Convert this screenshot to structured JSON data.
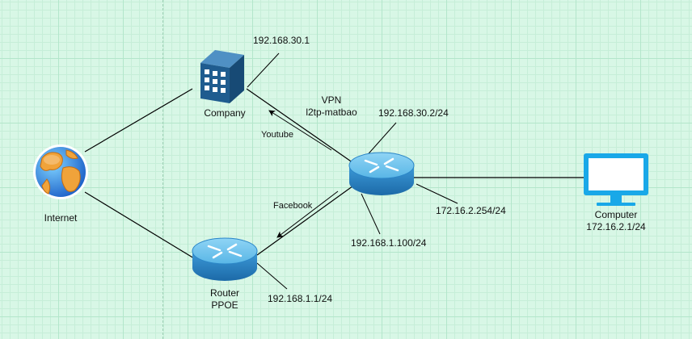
{
  "nodes": {
    "internet": {
      "label": "Internet"
    },
    "company": {
      "label": "Company",
      "ip": "192.168.30.1"
    },
    "router_main": {
      "ip_company_side": "192.168.30.2/24",
      "ip_lan": "172.16.2.254/24",
      "ip_wan": "192.168.1.100/24"
    },
    "router_ppoe": {
      "label_line1": "Router",
      "label_line2": "PPOE",
      "ip": "192.168.1.1/24"
    },
    "computer": {
      "label": "Computer",
      "ip": "172.16.2.1/24"
    }
  },
  "links": {
    "vpn": {
      "label_line1": "VPN",
      "label_line2": "l2tp-matbao"
    },
    "youtube": {
      "label": "Youtube"
    },
    "facebook": {
      "label": "Facebook"
    }
  },
  "colors": {
    "router_top": "#6fc3ec",
    "router_side": "#2b86c7",
    "building": "#1f5c8f",
    "monitor": "#19a8e8"
  }
}
